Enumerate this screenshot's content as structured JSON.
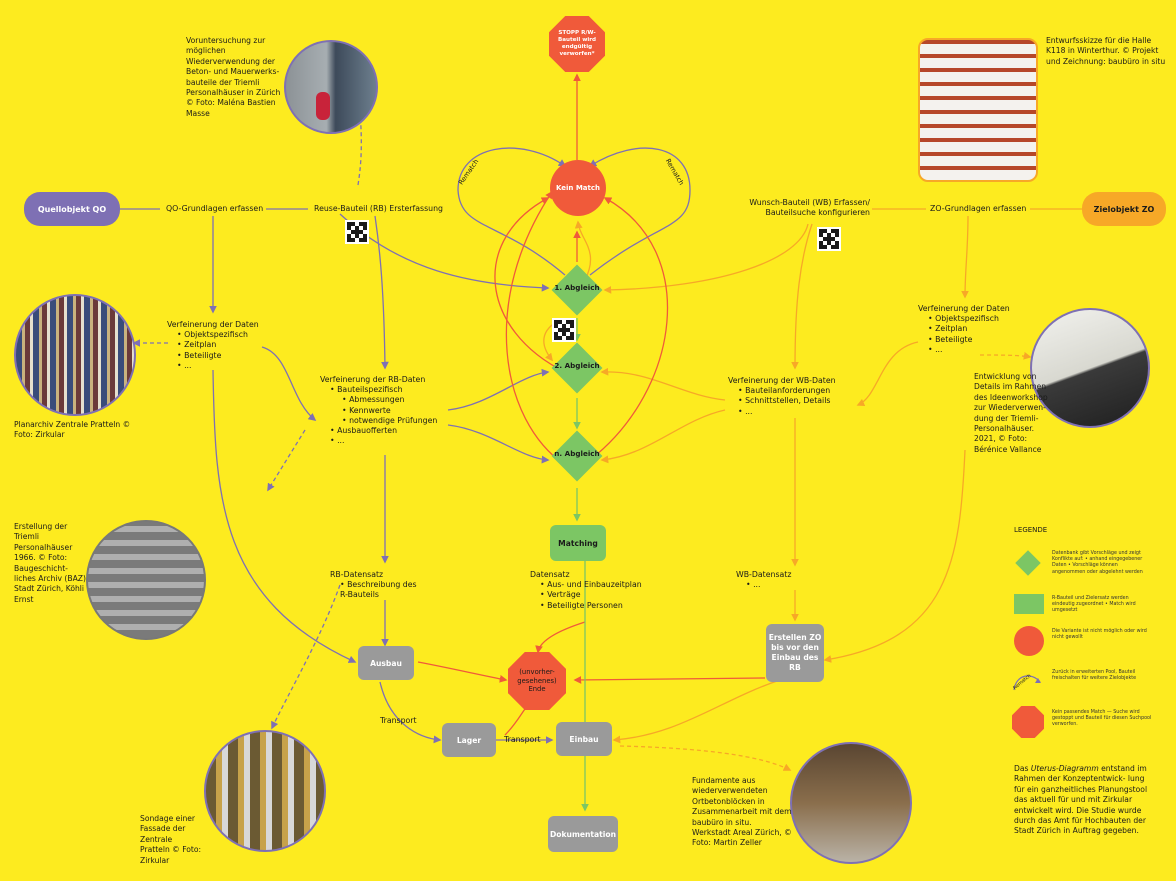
{
  "colors": {
    "background": "#FDEB1F",
    "purple": "#7E70B4",
    "orange": "#F7A827",
    "green": "#7CC664",
    "red": "#F05A3A",
    "grey": "#9A9A9A"
  },
  "nodes": {
    "quelle": "Quellobjekt QO",
    "ziel": "Zielobjekt ZO",
    "stopp": "STOPP R/W-Bauteil wird endgültig verworfen*",
    "kein_match": "Kein Match",
    "abgleich1": "1. Abgleich",
    "abgleich2": "2. Abgleich",
    "abgleichn": "n. Abgleich",
    "matching": "Matching",
    "ausbau": "Ausbau",
    "lager": "Lager",
    "einbau": "Einbau",
    "dokumentation": "Dokumentation",
    "ende": "(unvorher- gesehenes) Ende",
    "erstellen_zo": "Erstellen ZO bis vor den Einbau des RB"
  },
  "labels": {
    "qo_grundlagen": "QO-Grundlagen erfassen",
    "reuse_bauteil": "Reuse-Bauteil (RB) Ersterfassung",
    "wunsch_line1": "Wunsch-Bauteil (WB) Erfassen/",
    "wunsch_line2": "Bauteilsuche konfigurieren",
    "zo_grundlagen": "ZO-Grundlagen erfassen",
    "rematch_left": "Rematch",
    "rematch_right": "Rematch",
    "transport1": "Transport",
    "transport2": "Transport"
  },
  "qo_verfeinerung": {
    "title": "Verfeinerung der Daten",
    "items": [
      "Objektspezifisch",
      "Zeitplan",
      "Beteiligte",
      "..."
    ]
  },
  "zo_verfeinerung": {
    "title": "Verfeinerung der Daten",
    "items": [
      "Objektspezifisch",
      "Zeitplan",
      "Beteiligte",
      "..."
    ]
  },
  "rb_verfeinerung": {
    "title": "Verfeinerung der RB-Daten",
    "item1": "Bauteilspezifisch",
    "sub": [
      "Abmessungen",
      "Kennwerte",
      "notwendige Prüfungen"
    ],
    "item2": "Ausbauofferten",
    "item3": "..."
  },
  "wb_verfeinerung": {
    "title": "Verfeinerung der WB-Daten",
    "items": [
      "Bauteilanforderungen",
      "Schnittstellen, Details",
      "..."
    ]
  },
  "rb_datensatz": {
    "title": "RB-Datensatz",
    "items": [
      "Beschreibung des R-Bauteils"
    ]
  },
  "datensatz": {
    "title": "Datensatz",
    "items": [
      "Aus- und Einbauzeitplan",
      "Verträge",
      "Beteiligte Personen"
    ]
  },
  "wb_datensatz": {
    "title": "WB-Datensatz",
    "items": [
      "..."
    ]
  },
  "captions": {
    "top_left": "Voruntersuchung zur möglichen Wiederverwendung der Beton- und Mauerwerks- bauteile der Triemli Personalhäuser in Zürich © Foto: Maléna Bastien Masse",
    "top_right": "Entwurfsskizze für die Halle K118 in Winterthur. © Projekt und Zeichnung: baubüro in situ",
    "planarchiv": "Planarchiv Zentrale Pratteln © Foto: Zirkular",
    "details": "Entwicklung von Details im Rahmen des Ideenworkshop zur Wiederverwen- dung der Triemli- Personalhäuser. 2021, © Foto: Bérénice Vallance",
    "erstellung": "Erstellung der Triemli Personalhäuser 1966. © Foto: Baugeschicht- liches Archiv (BAZ) Stadt Zürich, Köhli Ernst",
    "sondage": "Sondage einer Fassade der Zentrale Pratteln © Foto: Zirkular",
    "fundamente": "Fundamente aus wiederverwendeten Ortbetonblöcken in Zusammenarbeit mit dem baubüro in situ. Werkstadt Areal Zürich, © Foto: Martin Zeller"
  },
  "legend": {
    "title": "LEGENDE",
    "diamond": "Datenbank gibt Vorschläge und zeigt Konflikte auf: • anhand eingegebener Daten • Vorschläge können angenommen oder abgelehnt werden",
    "green_box": "R-Bauteil und Zielersatz werden eindeutig zugeordnet • Match wird umgesetzt",
    "red_circle": "Die Variante ist nicht möglich oder wird nicht gewollt",
    "rematch_text": "Zurück in erweiterten Pool, Bauteil freischalten für weitere Zielobjekte",
    "rematch_label": "Rematch",
    "octagon": "Kein passendes Match — Suche wird gestoppt und Bauteil für diesen Suchpool verworfen."
  },
  "footnote_prefix": "Das ",
  "footnote_emph": "Uterus-Diagramm",
  "footnote_rest": " entstand im Rahmen der Konzeptentwick- lung für ein ganzheitliches Planungstool das aktuell für und mit Zirkular entwickelt wird. Die Studie wurde durch das Amt für Hochbauten der Stadt Zürich in Auftrag gegeben."
}
